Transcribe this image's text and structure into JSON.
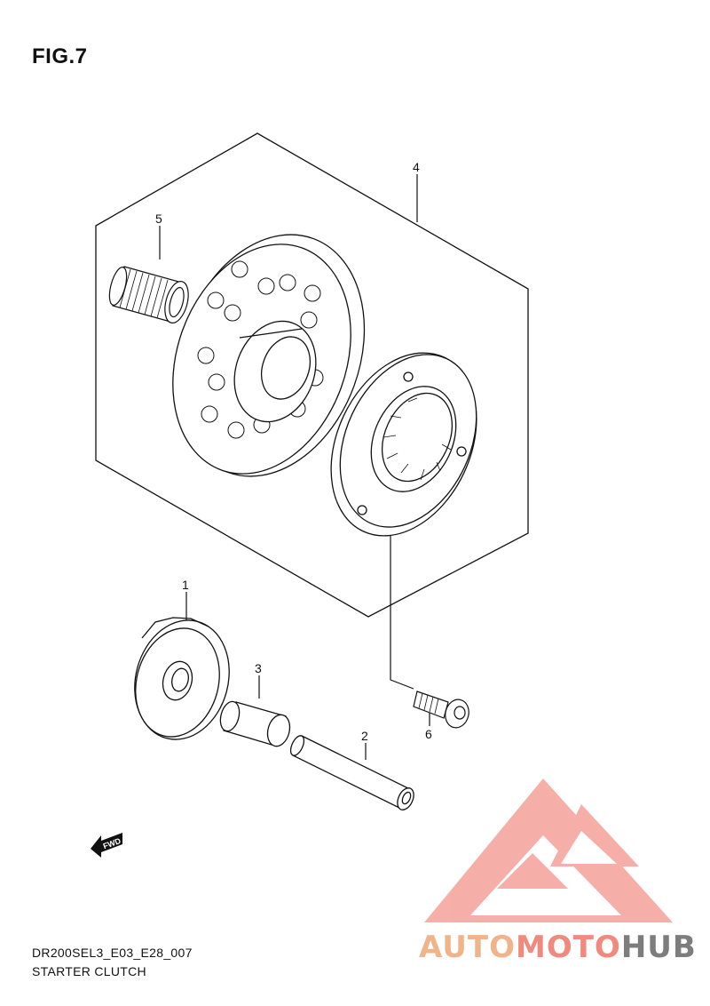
{
  "figure": {
    "title": "FIG.7",
    "code": "DR200SEL3_E03_E28_007",
    "subtitle": "STARTER CLUTCH"
  },
  "callouts": [
    {
      "id": "1",
      "label": "1"
    },
    {
      "id": "2",
      "label": "2"
    },
    {
      "id": "3",
      "label": "3"
    },
    {
      "id": "4",
      "label": "4"
    },
    {
      "id": "5",
      "label": "5"
    },
    {
      "id": "6",
      "label": "6"
    }
  ],
  "fwd_label": "FWD",
  "watermark": {
    "part1": "AUTO",
    "part2": "MOTO",
    "part3": "HUB",
    "colors": {
      "auto": "#f0b48a",
      "moto": "#f08a7e",
      "hub": "#7d7d7d",
      "triangle": "#f4a19a"
    }
  }
}
